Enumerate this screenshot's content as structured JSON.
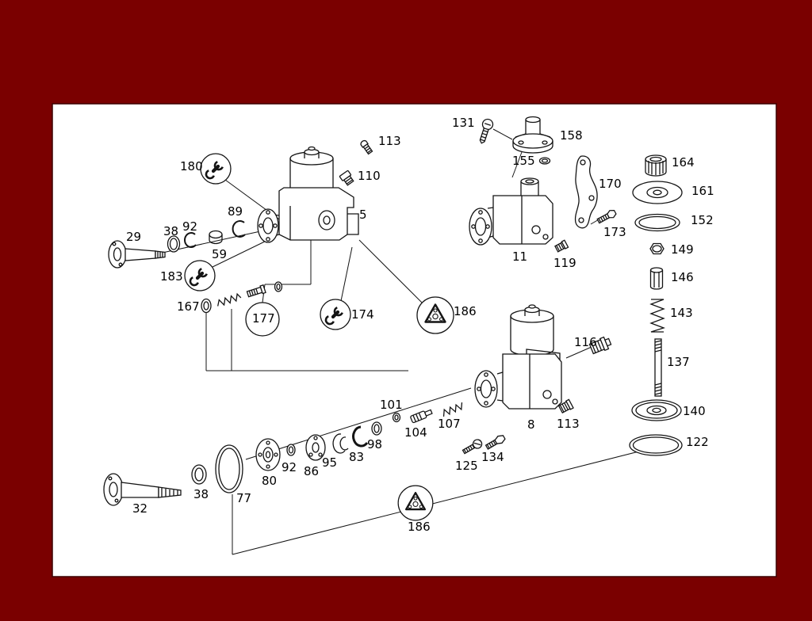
{
  "colors": {
    "page_background": "#7a0000",
    "panel_background": "#ffffff",
    "panel_border": "#3c0000",
    "line": "#141414"
  },
  "symbols": {
    "wrench_circle": "repair-kit-wrench-icon",
    "triangle_plate_circle": "cover-plate-icon"
  },
  "labels": [
    {
      "part": "131"
    },
    {
      "part": "158"
    },
    {
      "part": "155"
    },
    {
      "part": "113"
    },
    {
      "part": "110"
    },
    {
      "part": "180"
    },
    {
      "part": "164"
    },
    {
      "part": "161"
    },
    {
      "part": "170"
    },
    {
      "part": "152"
    },
    {
      "part": "173"
    },
    {
      "part": "5"
    },
    {
      "part": "89"
    },
    {
      "part": "29"
    },
    {
      "part": "38"
    },
    {
      "part": "92"
    },
    {
      "part": "59"
    },
    {
      "part": "149"
    },
    {
      "part": "11"
    },
    {
      "part": "119"
    },
    {
      "part": "183"
    },
    {
      "part": "146"
    },
    {
      "part": "167"
    },
    {
      "part": "177"
    },
    {
      "part": "174"
    },
    {
      "part": "186"
    },
    {
      "part": "143"
    },
    {
      "part": "116"
    },
    {
      "part": "137"
    },
    {
      "part": "101"
    },
    {
      "part": "104"
    },
    {
      "part": "107"
    },
    {
      "part": "8"
    },
    {
      "part": "113"
    },
    {
      "part": "140"
    },
    {
      "part": "122"
    },
    {
      "part": "98"
    },
    {
      "part": "83"
    },
    {
      "part": "95"
    },
    {
      "part": "86"
    },
    {
      "part": "92"
    },
    {
      "part": "80"
    },
    {
      "part": "134"
    },
    {
      "part": "125"
    },
    {
      "part": "77"
    },
    {
      "part": "38"
    },
    {
      "part": "32"
    },
    {
      "part": "186"
    }
  ]
}
